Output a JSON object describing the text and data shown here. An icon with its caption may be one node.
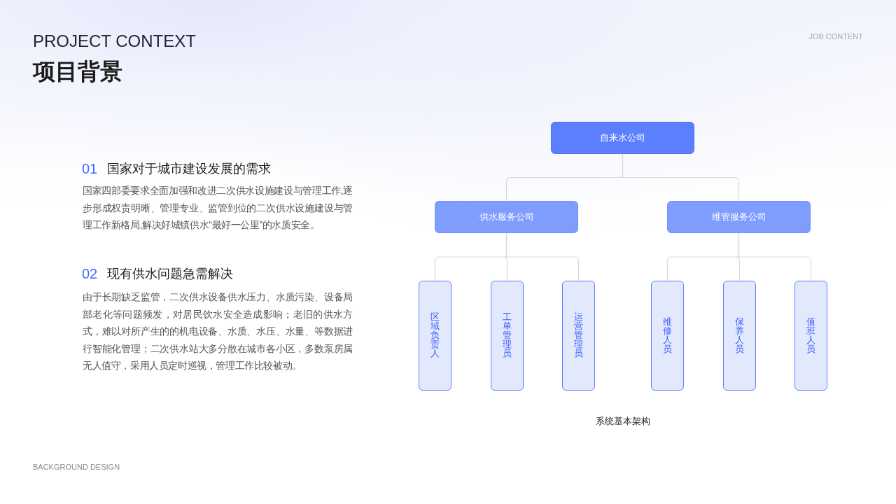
{
  "diagram": {
    "title": "项目背景",
    "caption": "系统基本架构",
    "nodes": [
      {
        "text": [
          "自来水公司"
        ]
      },
      {
        "text": [
          "供水服务公司"
        ]
      },
      {
        "text": [
          "维管服务公司"
        ]
      },
      {
        "text": [
          "区域负责人"
        ]
      },
      {
        "text": [
          "工单管理员"
        ]
      },
      {
        "text": [
          "运营管理员"
        ]
      },
      {
        "text": [
          "维修人员"
        ]
      },
      {
        "text": [
          "保养人员"
        ]
      },
      {
        "text": [
          "值班人员"
        ]
      }
    ],
    "edges": [
      {
        "from": 0,
        "to": 1,
        "arrow": "none"
      },
      {
        "from": 0,
        "to": 2,
        "arrow": "none"
      },
      {
        "from": 1,
        "to": 3,
        "arrow": "none"
      },
      {
        "from": 1,
        "to": 4,
        "arrow": "none"
      },
      {
        "from": 1,
        "to": 5,
        "arrow": "none"
      },
      {
        "from": 2,
        "to": 6,
        "arrow": "none"
      },
      {
        "from": 2,
        "to": 7,
        "arrow": "none"
      },
      {
        "from": 2,
        "to": 8,
        "arrow": "none"
      }
    ],
    "labels": [
      "PROJECT CONTEXT",
      "JOB CONTENT",
      "01",
      "国家对于城市建设发展的需求",
      "国家四部委要求全面加强和改进二次供水设施建设与管理工作,逐步形成权责明晰、管理专业、监管到位的二次供水设施建设与管理工作新格局,解决好城镇供水“最好一公里”的水质安全。",
      "02",
      "现有供水问题急需解决",
      "由于长期缺乏监管，二次供水设备供水压力、水质污染、设备局部老化等问题频发，对居民饮水安全造成影响；老旧的供水方式，难以对所产生的的机电设备、水质、水压、水量、等数据进行智能化管理；二次供水站大多分散在城市各小区，多数泵房属无人值守，采用人员定时巡视，管理工作比较被动。",
      "BACKGROUND DESIGN"
    ]
  }
}
